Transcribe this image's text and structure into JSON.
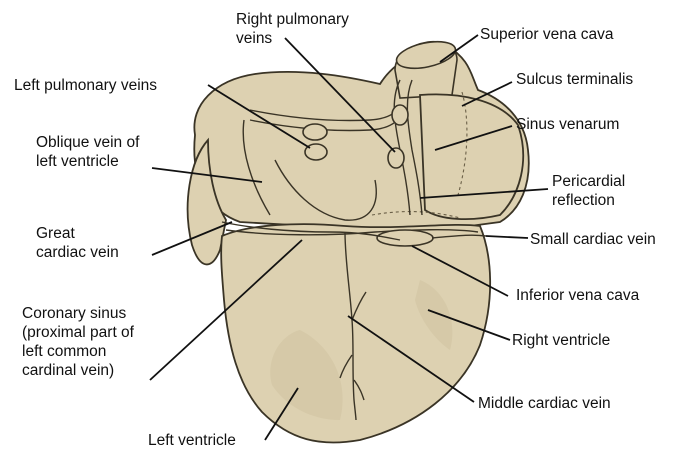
{
  "labels": {
    "right_pulmonary_veins": [
      "Right pulmonary",
      "veins"
    ],
    "superior_vena_cava": "Superior vena cava",
    "left_pulmonary_veins": "Left pulmonary veins",
    "sulcus_terminalis": "Sulcus terminalis",
    "oblique_vein": [
      "Oblique vein of",
      "left ventricle"
    ],
    "sinus_venarum": "Sinus venarum",
    "pericardial_reflection": [
      "Pericardial",
      "reflection"
    ],
    "great_cardiac_vein": [
      "Great",
      "cardiac vein"
    ],
    "small_cardiac_vein": "Small cardiac vein",
    "inferior_vena_cava": "Inferior vena cava",
    "coronary_sinus": [
      "Coronary sinus",
      "(proximal part of",
      "left common",
      "cardinal vein)"
    ],
    "right_ventricle": "Right ventricle",
    "middle_cardiac_vein": "Middle cardiac vein",
    "left_ventricle": "Left ventricle"
  },
  "colors": {
    "tissue": "#ddd1b1",
    "outline": "#3a3426",
    "text": "#111111"
  }
}
